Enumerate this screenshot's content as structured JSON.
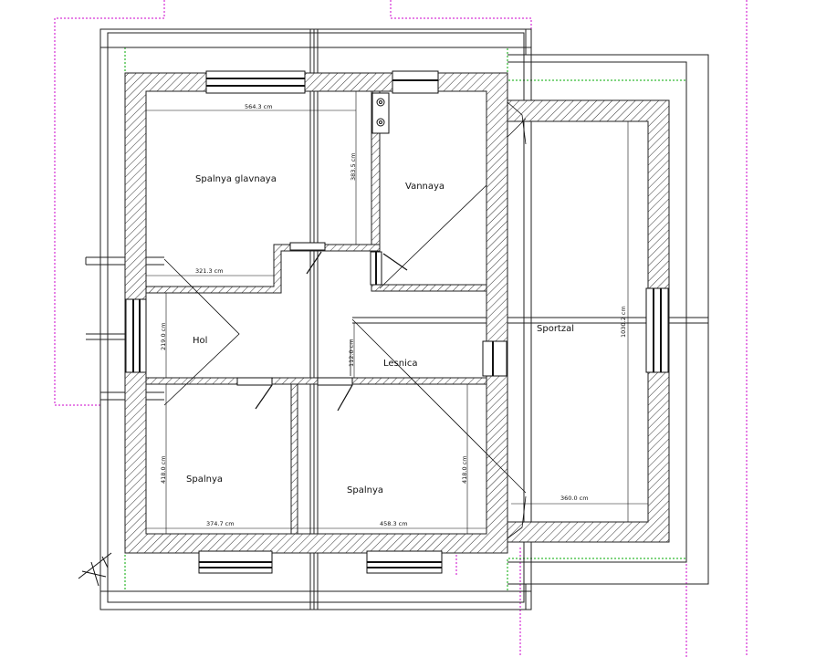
{
  "rooms": {
    "spalnya_glavnaya": "Spalnya glavnaya",
    "vannaya": "Vannaya",
    "hol": "Hol",
    "lesnica": "Lesnica",
    "sportzal": "Sportzal",
    "spalnya_left": "Spalnya",
    "spalnya_right": "Spalnya"
  },
  "dimensions": {
    "top_width": "564.3 cm",
    "bath_height": "383.5 cm",
    "hol_width": "321.3 cm",
    "hol_height": "219.0 cm",
    "stair_height": "112.0 cm",
    "sportzal_height": "1030.2 cm",
    "sportzal_width": "360.0 cm",
    "spalnya_left_height": "418.0 cm",
    "spalnya_right_height": "418.0 cm",
    "bottom_left_width": "374.7 cm",
    "bottom_right_width": "458.3 cm"
  },
  "colors": {
    "wall": "#222222",
    "hatch": "#333333",
    "guide_magenta": "#cc00cc",
    "guide_green": "#00aa00",
    "background": "#ffffff"
  }
}
